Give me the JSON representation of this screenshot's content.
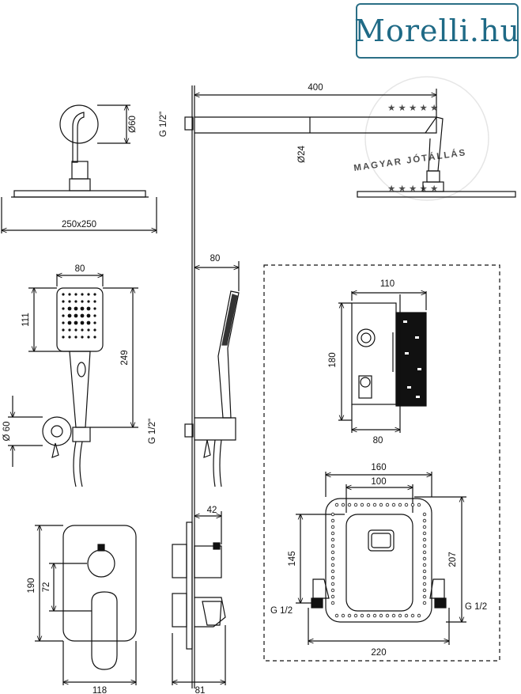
{
  "logo": {
    "text": "Morelli.hu",
    "color": "#1f6a86"
  },
  "watermark": {
    "text": "MAGYAR JÓTÁLLÁS",
    "color": "#e2916b",
    "stars": "★ ★ ★ ★ ★"
  },
  "dimensions": {
    "arm_length": "400",
    "arm_thread": "G 1/2\"",
    "arm_diameter": "Ø24",
    "flange_diameter": "Ø60",
    "head_size": "250x250",
    "hand_width_top": "80",
    "hand_depth": "80",
    "hand_head_height": "111",
    "hand_total_height": "249",
    "holder_diameter": "Ø 60",
    "holder_thread": "G 1/2\"",
    "box_width": "110",
    "box_height": "180",
    "box_depth": "80",
    "frame_outer": "160",
    "frame_inner": "100",
    "frame_left_height": "145",
    "frame_right_height": "207",
    "frame_left_thread": "G 1/2",
    "frame_right_thread": "G 1/2",
    "frame_total_width": "220",
    "plate_height": "190",
    "knob_offset": "72",
    "plate_width": "118",
    "side_depth": "42",
    "side_total": "81"
  }
}
